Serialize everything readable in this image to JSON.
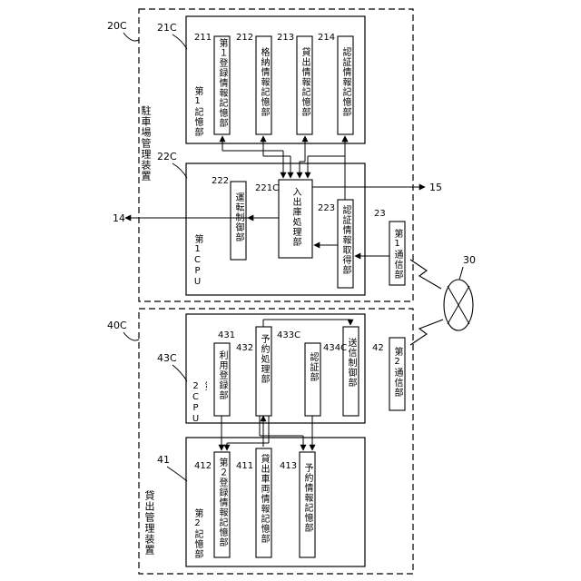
{
  "devices": {
    "parking": {
      "ref": "20C",
      "title": "駐車場管理装置"
    },
    "lending": {
      "ref": "40C",
      "title": "貸出管理装置"
    }
  },
  "parking_memory": {
    "ref": "21C",
    "label": "第1記憶部",
    "units": [
      {
        "ref": "211",
        "label": "第１登録情報記憶部"
      },
      {
        "ref": "212",
        "label": "格納情報記憶部"
      },
      {
        "ref": "213",
        "label": "貸出情報記憶部"
      },
      {
        "ref": "214",
        "label": "認証情報記憶部"
      }
    ]
  },
  "parking_cpu": {
    "ref": "22C",
    "label": "第1CPU",
    "units": [
      {
        "ref": "222",
        "label": "運転制御部"
      },
      {
        "ref": "221C",
        "label": "入出庫処理部"
      },
      {
        "ref": "223",
        "label": "認証情報取得部"
      }
    ]
  },
  "parking_comm": {
    "ref": "23",
    "label": "第1通信部"
  },
  "lending_cpu": {
    "ref": "43C",
    "label": "第2CPU",
    "units": [
      {
        "ref": "431",
        "label": "利用登録部"
      },
      {
        "ref": "432",
        "label": "予約処理部"
      },
      {
        "ref": "433C",
        "label": "認証部"
      },
      {
        "ref": "434C",
        "label": "送信制御部"
      }
    ]
  },
  "lending_comm": {
    "ref": "42",
    "label": "第2通信部"
  },
  "lending_memory": {
    "ref": "41",
    "label": "第2記憶部",
    "units": [
      {
        "ref": "412",
        "label": "第２登録情報記憶部"
      },
      {
        "ref": "411",
        "label": "貸出車両情報記憶部"
      },
      {
        "ref": "413",
        "label": "予約情報記憶部"
      }
    ]
  },
  "network": {
    "ref": "30"
  },
  "external_refs": {
    "left": "14",
    "right": "15"
  }
}
